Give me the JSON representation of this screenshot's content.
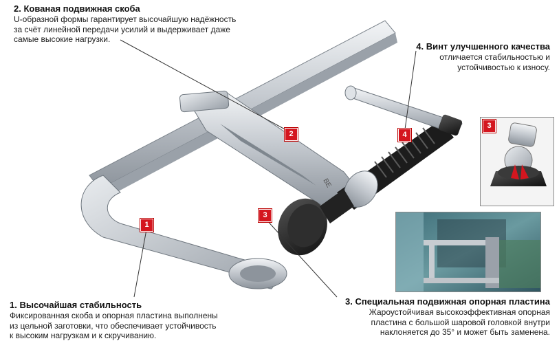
{
  "callouts": [
    {
      "id": "1",
      "title": "1. Высочайшая стабильность",
      "lines": [
        "Фиксированная скоба и опорная пластина выполнены",
        "из цельной заготовки, что обеспечивает устойчивость",
        "к высоким нагрузкам и к скручиванию."
      ]
    },
    {
      "id": "2",
      "title": "2. Кованая подвижная скоба",
      "lines": [
        "U-образной формы гарантирует высочайшую надёжность",
        "за счёт линейной передачи усилий и выдерживает даже",
        "самые высокие нагрузки."
      ]
    },
    {
      "id": "3",
      "title": "3. Специальная подвижная опорная пластина",
      "lines": [
        "Жароустойчивая высокоэффективная опорная",
        "пластина с большой шаровой головкой внутри",
        "наклоняется до 35° и может быть заменена."
      ]
    },
    {
      "id": "4",
      "title": "4. Винт улучшенного качества",
      "lines": [
        "отличается стабильностью и",
        "устойчивостью к износу."
      ]
    }
  ],
  "badges": {
    "b1": "1",
    "b2": "2",
    "b3": "3",
    "b4": "4",
    "inset": "3"
  },
  "colors": {
    "badge": "#d4161f",
    "steel": "#c9cdd2",
    "dark": "#2b2b2b"
  }
}
